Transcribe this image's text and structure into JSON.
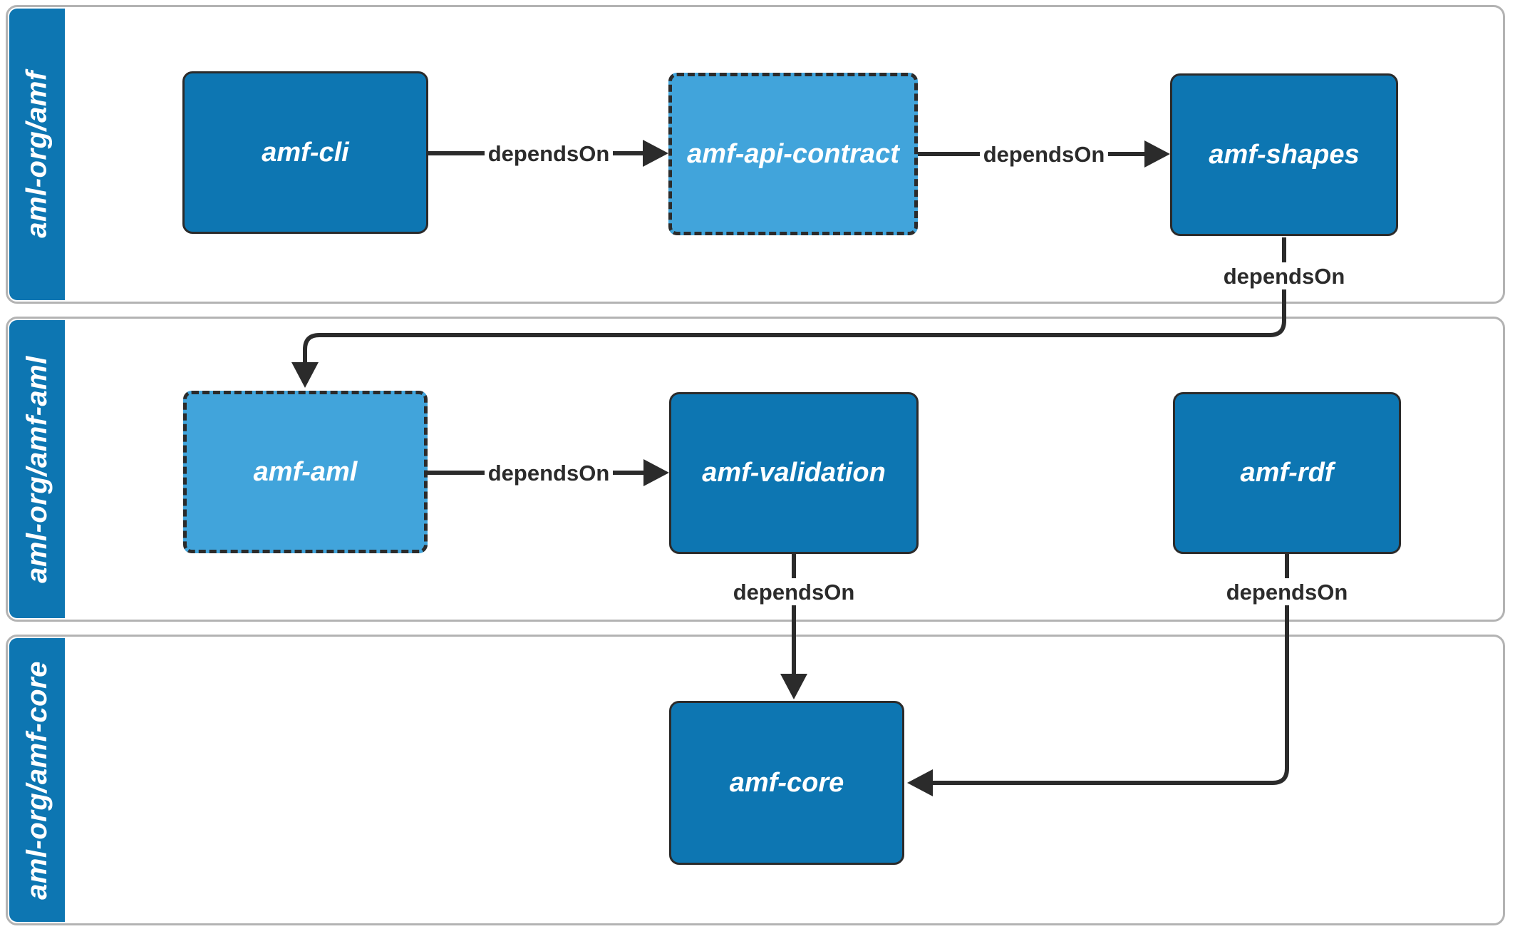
{
  "diagram": {
    "lanes": [
      {
        "id": "lane-amf",
        "label": "aml-org/amf"
      },
      {
        "id": "lane-amf-aml",
        "label": "aml-org/amf-aml"
      },
      {
        "id": "lane-amf-core",
        "label": "aml-org/amf-core"
      }
    ],
    "nodes": [
      {
        "id": "amf-cli",
        "label": "amf-cli",
        "lane": "aml-org/amf",
        "style": "solid"
      },
      {
        "id": "amf-api-contract",
        "label": "amf-api-contract",
        "lane": "aml-org/amf",
        "style": "dashed-highlight"
      },
      {
        "id": "amf-shapes",
        "label": "amf-shapes",
        "lane": "aml-org/amf",
        "style": "solid"
      },
      {
        "id": "amf-aml",
        "label": "amf-aml",
        "lane": "aml-org/amf-aml",
        "style": "dashed-highlight"
      },
      {
        "id": "amf-validation",
        "label": "amf-validation",
        "lane": "aml-org/amf-aml",
        "style": "solid"
      },
      {
        "id": "amf-rdf",
        "label": "amf-rdf",
        "lane": "aml-org/amf-aml",
        "style": "solid"
      },
      {
        "id": "amf-core",
        "label": "amf-core",
        "lane": "aml-org/amf-core",
        "style": "solid"
      }
    ],
    "edges": [
      {
        "from": "amf-cli",
        "to": "amf-api-contract",
        "label": "dependsOn"
      },
      {
        "from": "amf-api-contract",
        "to": "amf-shapes",
        "label": "dependsOn"
      },
      {
        "from": "amf-shapes",
        "to": "amf-aml",
        "label": "dependsOn"
      },
      {
        "from": "amf-aml",
        "to": "amf-validation",
        "label": "dependsOn"
      },
      {
        "from": "amf-validation",
        "to": "amf-core",
        "label": "dependsOn"
      },
      {
        "from": "amf-rdf",
        "to": "amf-core",
        "label": "dependsOn"
      }
    ],
    "colors": {
      "node_fill": "#0d76b2",
      "node_fill_highlight": "#41a4db",
      "stroke": "#2b2b2b",
      "lane_border": "#b3b3b3",
      "lane_strip": "#0d76b2",
      "node_text": "#ffffff",
      "edge_label_text": "#2b2b2b",
      "background": "#ffffff"
    }
  }
}
